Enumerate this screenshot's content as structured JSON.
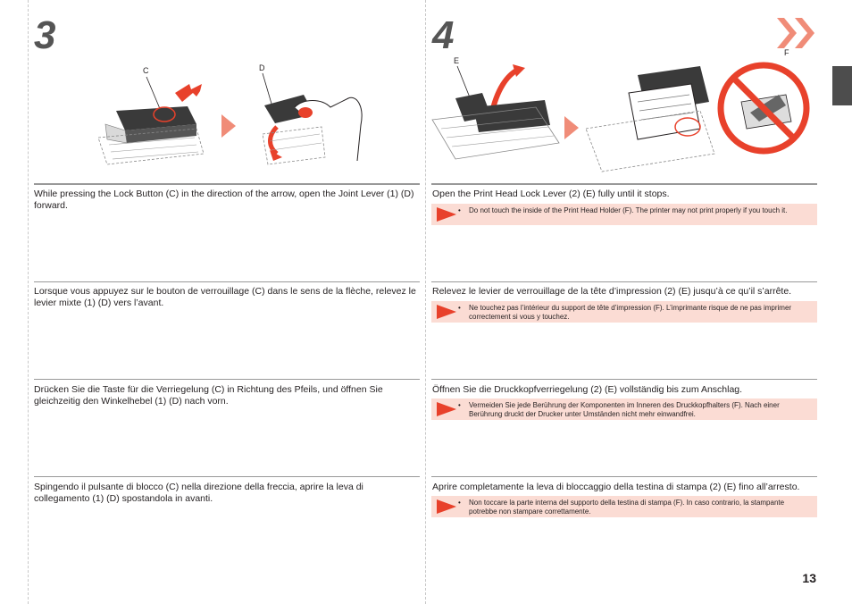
{
  "steps": {
    "left_number": "3",
    "right_number": "4"
  },
  "labels": {
    "c": "C",
    "d": "D",
    "e": "E",
    "f": "F"
  },
  "left": {
    "en": "While pressing the Lock Button (C) in the direction of the arrow, open the Joint Lever (1) (D) forward.",
    "fr": "Lorsque vous appuyez sur le bouton de verrouillage (C) dans le sens de la flèche, relevez le levier mixte (1) (D) vers l’avant.",
    "de": "Drücken Sie die Taste für die Verriegelung (C) in Richtung des Pfeils, und öffnen Sie gleichzeitig den Winkelhebel (1) (D) nach vorn.",
    "it": "Spingendo il pulsante di blocco (C) nella direzione della freccia, aprire la leva di collegamento (1) (D) spostandola in avanti."
  },
  "right": {
    "en": "Open the Print Head Lock Lever (2) (E) fully until it stops.",
    "en_caution": "Do not touch the inside of the Print Head Holder (F). The printer may not print properly if you touch it.",
    "fr": "Relevez le levier de verrouillage de la tête d’impression (2) (E) jusqu’à ce qu’il s’arrête.",
    "fr_caution": "Ne touchez pas l’intérieur du support de tête d’impression (F). L’imprimante risque de ne pas imprimer correctement si vous y touchez.",
    "de": "Öffnen Sie die Druckkopfverriegelung (2) (E) vollständig bis zum Anschlag.",
    "de_caution": "Vermeiden Sie jede Berührung der Komponenten im Inneren des Druckkopfhalters (F). Nach einer Berührung druckt der Drucker unter Umständen nicht mehr einwandfrei.",
    "it": "Aprire completamente la leva di bloccaggio della testina di stampa (2) (E) fino all’arresto.",
    "it_caution": "Non toccare la parte interna del supporto della testina di stampa (F). In caso contrario, la stampante potrebbe non stampare correttamente."
  },
  "bullet": "•",
  "page_number": "13",
  "colors": {
    "accent": "#f08c78",
    "caution_bg": "#fbdcd4",
    "flag": "#e8412b",
    "tab": "#4d4d4d"
  }
}
